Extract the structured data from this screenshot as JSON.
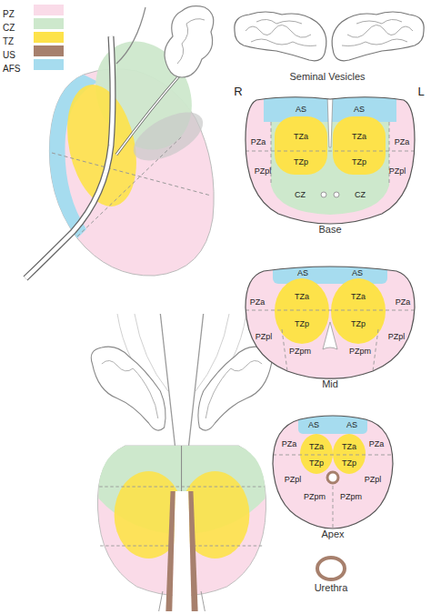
{
  "diagram": {
    "nodes": [
      {
        "text": [
          "Seminal Vesicles"
        ]
      },
      {
        "text": [
          "Base"
        ]
      },
      {
        "text": [
          "Mid"
        ]
      },
      {
        "text": [
          "Apex"
        ]
      },
      {
        "text": [
          "Urethra"
        ]
      }
    ],
    "labels": [
      "R",
      "L",
      "AS",
      "AS",
      "TZa",
      "TZa",
      "PZa",
      "PZa",
      "TZp",
      "TZp",
      "PZpl",
      "PZpl",
      "CZ",
      "CZ",
      "AS",
      "AS",
      "TZa",
      "TZa",
      "PZa",
      "PZa",
      "TZp",
      "TZp",
      "PZpl",
      "PZpm",
      "PZpm",
      "PZpl",
      "AS",
      "AS",
      "PZa",
      "TZa",
      "TZa",
      "PZa",
      "TZp",
      "TZp",
      "PZpl",
      "PZpm",
      "PZpm",
      "PZpl"
    ],
    "legend": [
      {
        "text": "PZ",
        "color": "#fadbe8"
      },
      {
        "text": "CZ",
        "color": "#cde8cc"
      },
      {
        "text": "TZ",
        "color": "#fde24a"
      },
      {
        "text": "US",
        "color": "#a7806d"
      },
      {
        "text": "AFS",
        "color": "#a6dcef"
      }
    ]
  }
}
